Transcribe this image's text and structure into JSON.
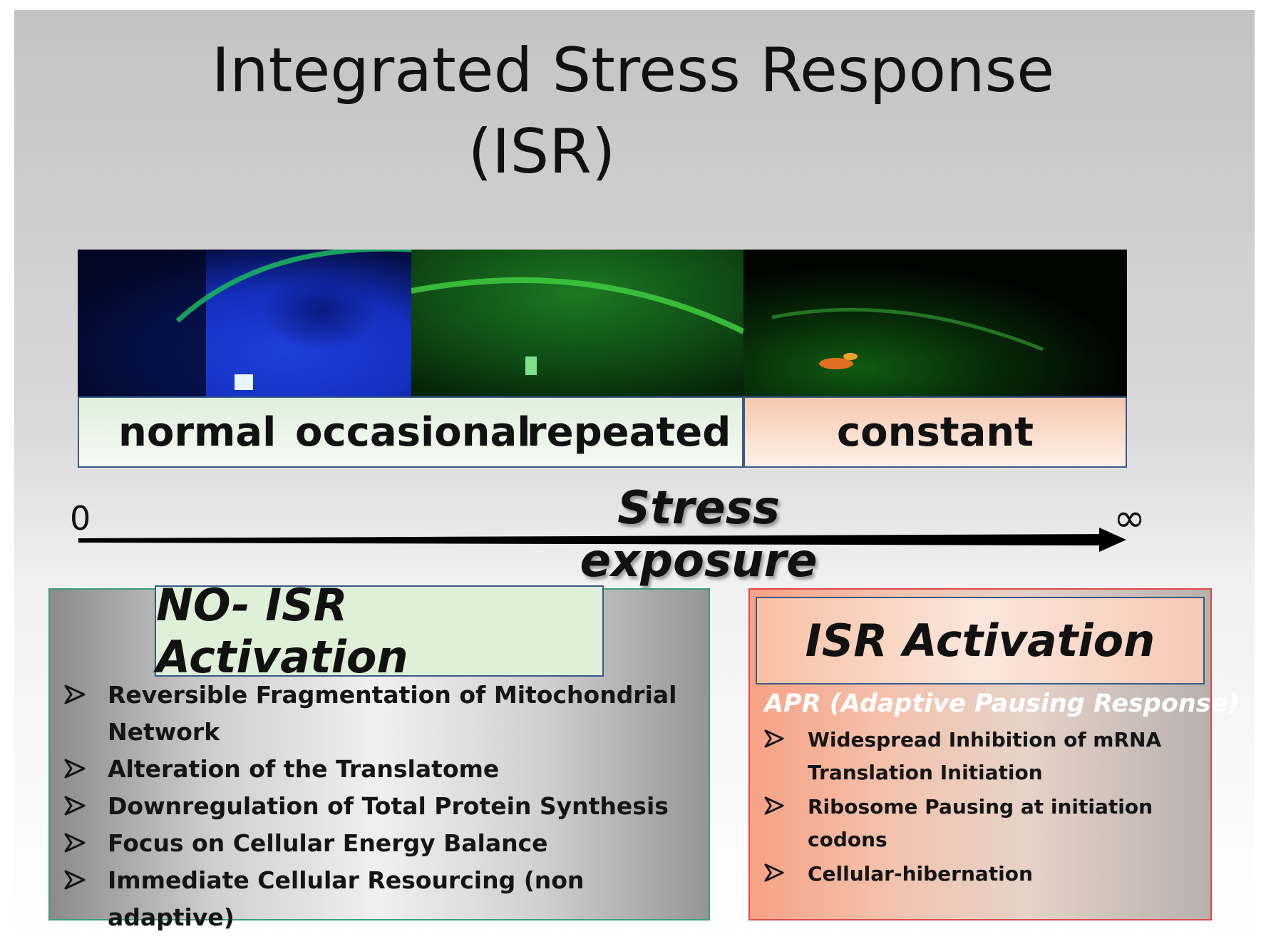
{
  "title": {
    "line1": "Integrated Stress Response",
    "line2": "(ISR)"
  },
  "stages": {
    "normal": "normal",
    "occasional": "occasional",
    "repeated": "repeated",
    "constant": "constant"
  },
  "axis": {
    "start": "0",
    "end": "∞",
    "title": "Stress exposure"
  },
  "left_panel": {
    "heading": "NO- ISR Activation",
    "items": [
      {
        "line1": "Reversible Fragmentation of Mitochondrial",
        "line2": "Network"
      },
      {
        "line1": "Alteration of  the Translatome"
      },
      {
        "line1": "Downregulation of Total Protein Synthesis"
      },
      {
        "line1": "Focus  on Cellular Energy Balance"
      },
      {
        "line1": "Immediate Cellular Resourcing (non adaptive)"
      }
    ]
  },
  "right_panel": {
    "heading": "ISR Activation",
    "subheading": "APR (Adaptive Pausing Response)",
    "items": [
      {
        "line1": "Widespread Inhibition of mRNA",
        "line2": "Translation Initiation"
      },
      {
        "line1": "Ribosome Pausing at initiation",
        "line2": "codons"
      },
      {
        "line1": "Cellular-hibernation"
      }
    ]
  },
  "colors": {
    "left_border": "#3aa07a",
    "right_border": "#e04848",
    "left_heading_bg": "#dff0d8",
    "right_heading_bg": "#f8c0a4",
    "label_border": "#3a5a88"
  },
  "icons": {
    "bullet": "arrow-bullet-icon",
    "axis": "axis-arrow"
  }
}
